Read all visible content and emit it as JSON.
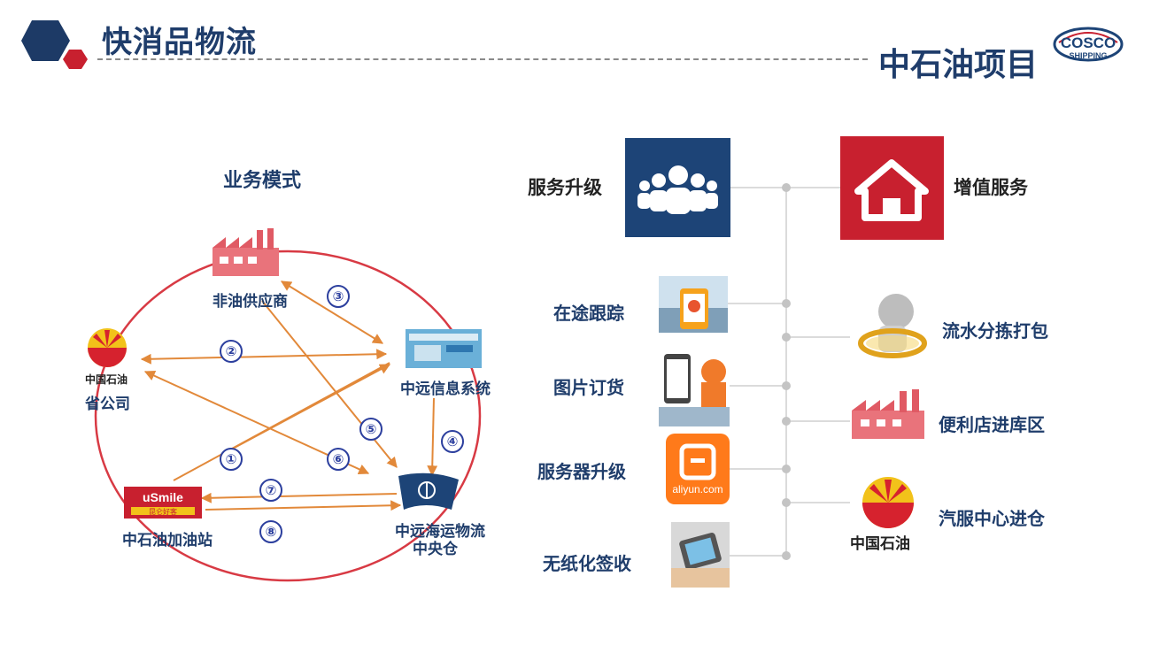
{
  "header": {
    "title": "快消品物流",
    "project": "中石油项目",
    "logo_line1": "COSCO",
    "logo_line2": "SHIPPING"
  },
  "left": {
    "heading": "业务模式",
    "nodes": {
      "supplier": "非油供应商",
      "info_system": "中远信息系统",
      "province_logo": "中国石油",
      "province": "省公司",
      "station_logo": "uSmile",
      "station_logo_sub": "昆仑好客",
      "station": "中石油加油站",
      "warehouse_line1": "中远海运物流",
      "warehouse_line2": "中央仓"
    },
    "steps": [
      "①",
      "②",
      "③",
      "④",
      "⑤",
      "⑥",
      "⑦",
      "⑧"
    ]
  },
  "right": {
    "service_upgrade": "服务升级",
    "value_added": "增值服务",
    "left_items": [
      "在途跟踪",
      "图片订货",
      "服务器升级",
      "无纸化签收"
    ],
    "right_items": [
      "流水分拣打包",
      "便利店进库区",
      "汽服中心进仓"
    ],
    "aliyun_label": "aliyun.com",
    "cnpc_label": "中国石油"
  },
  "colors": {
    "navy": "#1f3d6b",
    "red": "#c8202f",
    "orange": "#e2893a",
    "circle": "#d83a44",
    "tile_blue": "#1d4477"
  },
  "icons": [
    "hexagon-logo",
    "people-icon",
    "house-icon",
    "factory-icon",
    "monitor-icon",
    "flag-icon",
    "cnpc-petal-icon",
    "phone-map-icon",
    "phone-order-icon",
    "aliyun-icon",
    "tablet-sign-icon",
    "robot-magnifier-icon"
  ]
}
